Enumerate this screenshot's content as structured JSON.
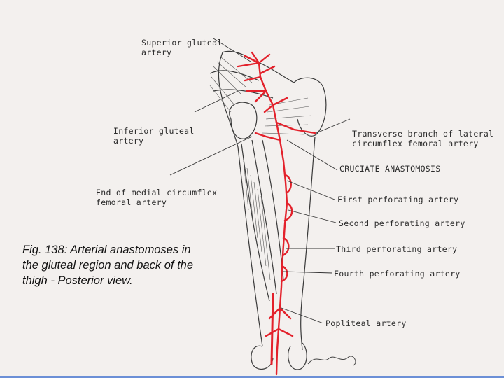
{
  "labels": {
    "superior_gluteal": [
      "Superior gluteal",
      "artery"
    ],
    "inferior_gluteal": [
      "Inferior gluteal",
      "artery"
    ],
    "medial_circumflex": [
      "End of medial circumflex",
      "femoral artery"
    ],
    "transverse_branch": [
      "Transverse branch of lateral",
      "circumflex femoral artery"
    ],
    "cruciate": "CRUCIATE ANASTOMOSIS",
    "first_perforating": "First perforating artery",
    "second_perforating": "Second perforating artery",
    "third_perforating": "Third perforating artery",
    "fourth_perforating": "Fourth perforating artery",
    "popliteal": "Popliteal artery"
  },
  "caption": [
    "Fig. 138: Arterial anastomoses in",
    "the gluteal region and back of the",
    "thigh  -  Posterior  view."
  ],
  "colors": {
    "artery": "#e3212b",
    "ink": "#2a2a2a",
    "paper": "#f3f0ee"
  }
}
